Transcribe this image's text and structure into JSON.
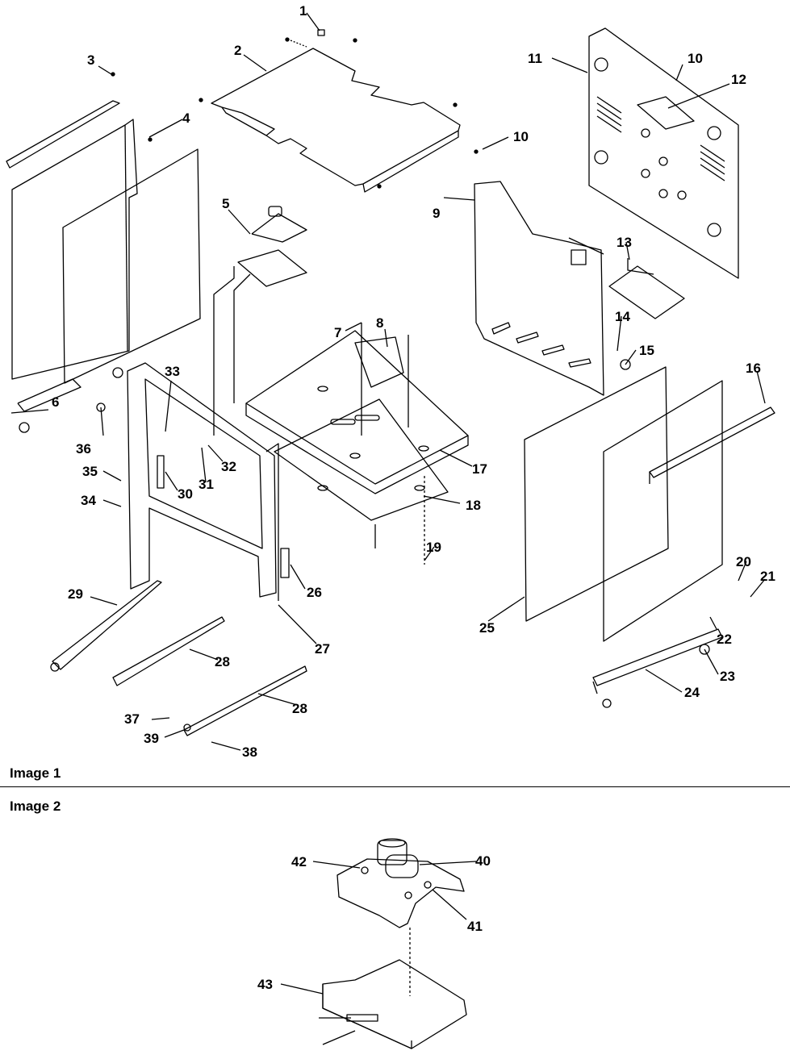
{
  "captions": {
    "image1": "Image 1",
    "image2": "Image 2"
  },
  "callouts": [
    "1",
    "2",
    "3",
    "4",
    "5",
    "6",
    "7",
    "8",
    "9",
    "10",
    "10",
    "11",
    "12",
    "13",
    "14",
    "15",
    "16",
    "17",
    "18",
    "19",
    "20",
    "21",
    "22",
    "23",
    "24",
    "25",
    "26",
    "27",
    "28",
    "28",
    "29",
    "30",
    "31",
    "32",
    "33",
    "34",
    "35",
    "36",
    "37",
    "38",
    "39",
    "40",
    "41",
    "42",
    "43"
  ]
}
